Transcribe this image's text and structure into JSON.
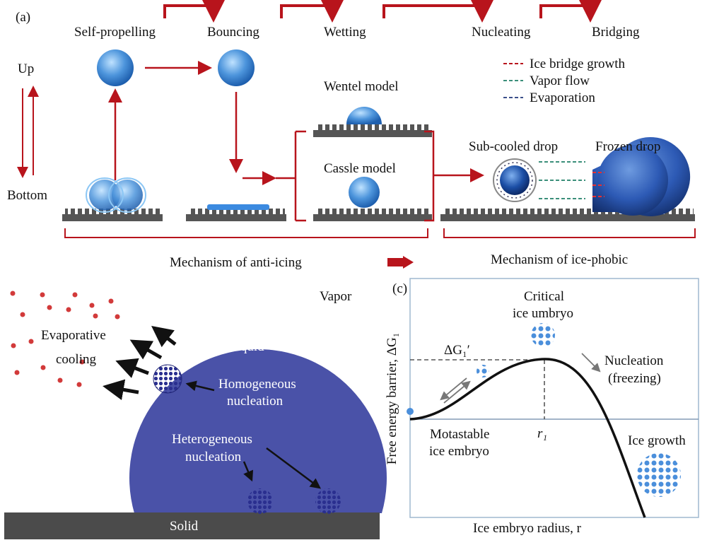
{
  "panel_a": {
    "label": "(a)",
    "steps": [
      "Self-propelling",
      "Bouncing",
      "Wetting",
      "Nucleating",
      "Bridging"
    ],
    "up": "Up",
    "bottom": "Bottom",
    "legend": [
      "Ice bridge growth",
      "Vapor flow",
      "Evaporation"
    ],
    "wentel": "Wentel model",
    "cassle": "Cassle model",
    "subcooled": "Sub-cooled drop",
    "frozen": "Frozen drop",
    "anti_icing": "Mechanism of anti-icing",
    "ice_phobic": "Mechanism of ice-phobic"
  },
  "panel_b": {
    "vapor": "Vapor",
    "evap1": "Evaporative",
    "evap2": "cooling",
    "liquid": "Liquid",
    "homo1": "Homogeneous",
    "homo2": "nucleation",
    "hetero1": "Heterogeneous",
    "hetero2": "nucleation",
    "solid": "Solid"
  },
  "panel_c": {
    "label": "(c)",
    "critical1": "Critical",
    "critical2": "ice umbryo",
    "dg_label": "ΔG₁′",
    "nucl1": "Nucleation",
    "nucl2": "(freezing)",
    "meta1": "Motastable",
    "meta2": "ice embryo",
    "r1": "r₁",
    "growth": "Ice growth",
    "ylabel": "Free energy barrier, ΔG₁",
    "xlabel": "Ice embryo radius, r"
  },
  "colors": {
    "arrow_red": "#b8141c",
    "droplet_blue": "#4a90d9",
    "liquid_blue": "#4a52a8",
    "surface_gray": "#555555"
  }
}
